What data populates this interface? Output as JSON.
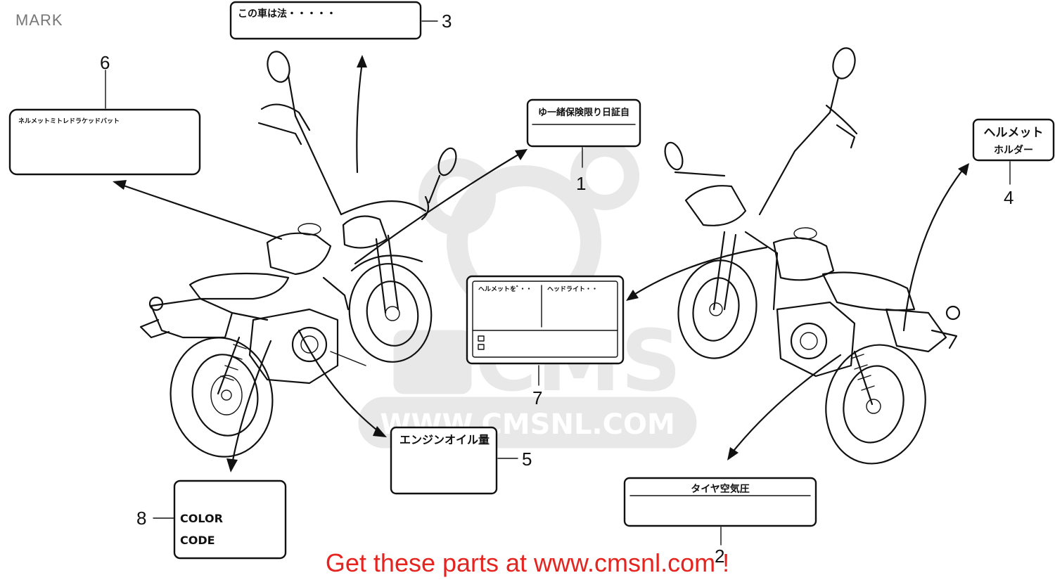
{
  "page": {
    "title": "MARK"
  },
  "watermark": {
    "text": "WWW.CMSNL.COM",
    "logo": "CMS"
  },
  "footer": {
    "text": "Get these parts at www.cmsnl.com !"
  },
  "colors": {
    "footer": "#e52420",
    "title": "#777777",
    "watermark": "#e6e6e6",
    "ink": "#111111"
  },
  "labels": [
    {
      "num": "1",
      "text": "ゆ一緒保険限り日証自"
    },
    {
      "num": "2",
      "text": "タイヤ空気圧"
    },
    {
      "num": "3",
      "text": "この車は法・・・・・"
    },
    {
      "num": "4",
      "text_line1": "ヘルメット",
      "text_line2": "ホルダー"
    },
    {
      "num": "5",
      "text": "エンジンオイル量"
    },
    {
      "num": "6",
      "text": "ネルメットミトレドラケッドバット"
    },
    {
      "num": "7",
      "text_left": "ヘルメットをﾞ・・",
      "text_right": "ヘッドライト・・"
    },
    {
      "num": "8",
      "text_line1": "COLOR",
      "text_line2": "CODE"
    }
  ]
}
